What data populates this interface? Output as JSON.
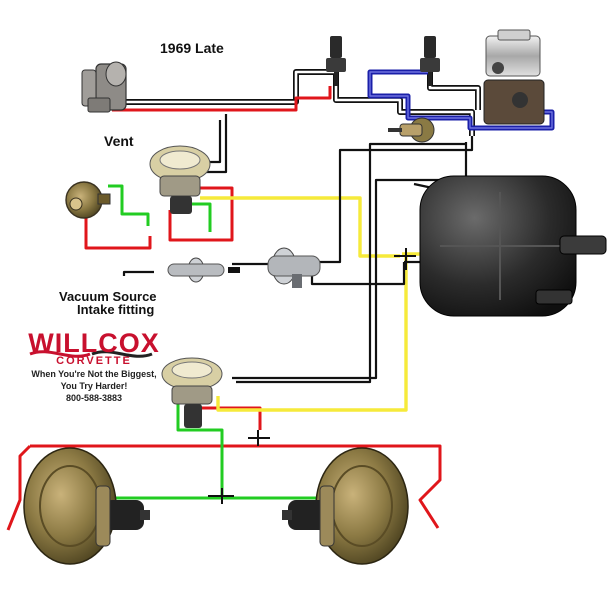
{
  "title": "1969 Late",
  "labels": {
    "vent": "Vent",
    "vacuum_source_line1": "Vacuum Source",
    "vacuum_source_line2": "Intake fitting"
  },
  "logo": {
    "name": "WILLCOX",
    "sub": "CORVETTE",
    "tagline_line1": "When You're Not the Biggest,",
    "tagline_line2": "You Try Harder!",
    "phone": "800-588-3883"
  },
  "hose_colors": {
    "red": "#e0161b",
    "green": "#22cc22",
    "yellow": "#f6ea3a",
    "blue": "#1a1fa8",
    "black": "#111111",
    "white": "#ffffff"
  }
}
